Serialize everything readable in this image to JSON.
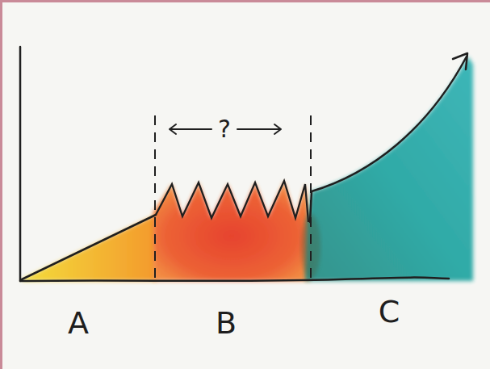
{
  "diagram": {
    "labels": [
      "?",
      "A",
      "B",
      "C"
    ]
  }
}
